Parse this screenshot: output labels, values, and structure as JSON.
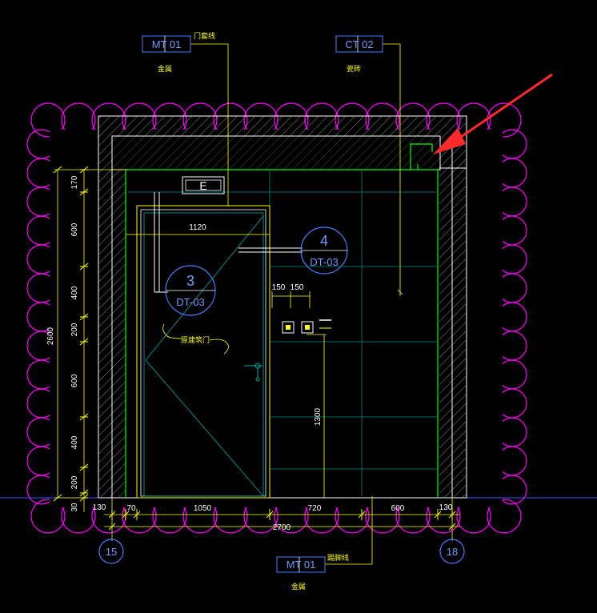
{
  "callouts": {
    "mt01_top": {
      "code": "MT 01",
      "note": "门套线",
      "sub": "金属"
    },
    "ct02_top": {
      "code": "CT 02",
      "sub": "瓷砖"
    },
    "mt01_bottom": {
      "code": "MT 01",
      "note": "踢脚线",
      "sub": "金属"
    }
  },
  "section_marks": [
    {
      "number": "3",
      "sheet": "DT-03"
    },
    {
      "number": "4",
      "sheet": "DT-03"
    }
  ],
  "door_label": "原建筑门",
  "sign_label": "E",
  "axes": {
    "left": "15",
    "right": "18"
  },
  "vertical_dims": [
    "170",
    "600",
    "400",
    "200",
    "600",
    "400",
    "200",
    "30"
  ],
  "vertical_total": "2600",
  "horizontal_dims": [
    "130",
    "70",
    "1050",
    "720",
    "600",
    "130"
  ],
  "horizontal_total": "2700",
  "door_width_dim": "1120",
  "switch_dims": [
    "150",
    "150"
  ],
  "switch_height_dim": "1300",
  "colors": {
    "background": "#000000",
    "cloud": "#ff00ff",
    "wall": "#ffffff",
    "green": "#00ff00",
    "yellow": "#ffff00",
    "tile_grid": "#00aaaa",
    "tag_blue": "#4a7dff",
    "arrow_red": "#ff2a2a"
  }
}
